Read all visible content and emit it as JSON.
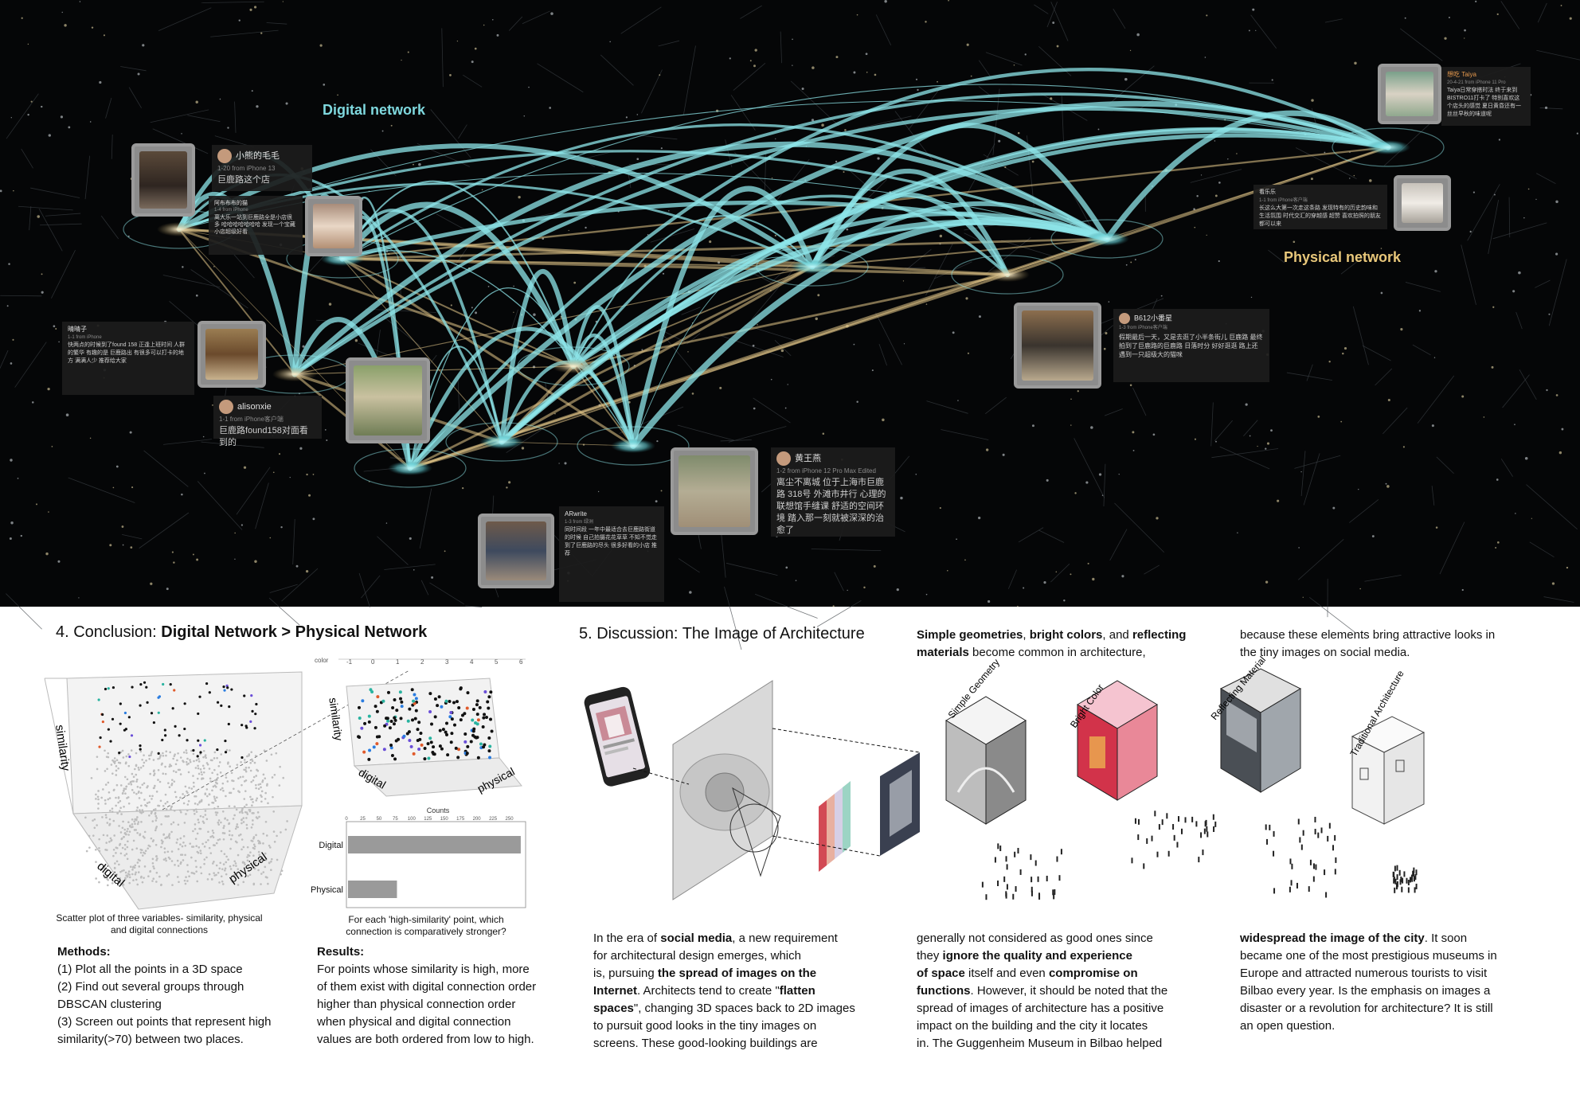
{
  "map": {
    "digital_label": "Digital network",
    "physical_label": "Physical network",
    "colors": {
      "digital": "#8ee6ea",
      "physical": "#e6c98a",
      "background": "#050607"
    },
    "posts": [
      {
        "name": "小熊的毛毛",
        "meta": "1-20 from iPhone 13",
        "body": "巨鹿路这个店"
      },
      {
        "name": "阿布布布的猫",
        "meta": "1-4 from iPhone",
        "body": "离大乐一站到巨鹿路全是小店很多 哈哈哈哈哈哈哈 发现一个宝藏小店超级好看"
      },
      {
        "name": "晴晴子",
        "meta": "1-1 from iPhone",
        "body": "快两点的时候到了found 158 正逢上班时间 人群的繁华 有趣的是 巨鹿路出 有很多可以打卡的地方 满满人少 推荐给大家"
      },
      {
        "name": "alisonxie",
        "meta": "1-1 from iPhone客户端",
        "body": "巨鹿路found158对面看到的"
      },
      {
        "name": "ARwrite",
        "meta": "1-3 from 绿洲",
        "body": "同时间段 一年中最适合去巨鹿路街道的时候 自己拍摄花花草草 不知不觉走到了巨鹿路的尽头 很多好看的小店 推荐"
      },
      {
        "name": "黄王燕",
        "meta": "1-2 from iPhone 12 Pro Max Edited",
        "body": "离尘不离城 位于上海市巨鹿路 318号 外滩市井行 心理的联想馆手缝课 舒适的空间环境 踏入那一刻就被深深的治愈了"
      },
      {
        "name": "想吃 Taiya",
        "meta": "20-4-21 from iPhone 11 Pro",
        "body": "Taiya日常穿搭时法 终于来到BISTRO11打卡了 特别喜欢这个店头的感觉 夏日黄昏还有一丝丝早秋的味道呢"
      },
      {
        "name": "B612小番星",
        "meta": "1-3 from iPhone客户端",
        "body": "假期最后一天，又是去逛了小半条街儿 巨鹿路 最终拍到了巨鹿路的巨鹿路 日落时分 好好逛逛 路上还遇到一只超级大的猫咪"
      },
      {
        "name": "看乐乐",
        "meta": "1-1 from iPhone客户端",
        "body": "长这么大第一次走这条路 发现特有的历史韵味和生活氛围 时代交汇的穿越感 超赞 喜欢拍照的朋友都可以来"
      }
    ]
  },
  "conclusion": {
    "title_prefix": "4. Conclusion: ",
    "title_bold": "Digital Network > Physical Network",
    "scatter_caption": "Scatter plot of three variables- similarity, physical and digital connections",
    "bar_caption": "For each 'high-similarity' point, which connection is comparatively stronger?",
    "axis_similarity": "similarity",
    "axis_digital": "digital",
    "axis_physical": "physical",
    "color_label": "color",
    "color_ticks": [
      "-1",
      "0",
      "1",
      "2",
      "3",
      "4",
      "5",
      "6"
    ],
    "methods_head": "Methods:",
    "methods_lines": [
      "(1) Plot all the points in a 3D space",
      "(2) Find out several groups through",
      "DBSCAN clustering",
      "(3) Screen out points that represent high",
      "similarity(>70) between two places."
    ],
    "results_head": "Results:",
    "results_lines": [
      "For points whose similarity is high, more",
      "of them exist with digital connection order",
      "higher than physical connection order",
      "when physical and digital connection",
      "values are both ordered from low to high."
    ]
  },
  "chart_data": {
    "type": "bar",
    "title": "Counts",
    "categories": [
      "Digital",
      "Physical"
    ],
    "values": [
      270,
      80
    ],
    "xlim": [
      0,
      275
    ],
    "xticks": [
      0,
      25,
      50,
      75,
      100,
      125,
      150,
      175,
      200,
      225,
      250
    ],
    "orientation": "horizontal",
    "color": "#9a9a9a"
  },
  "discussion": {
    "title": "5. Discussion: The Image of Architecture",
    "labels": [
      "Simple Geometry",
      "Bright Color",
      "Reflecting Material",
      "Traditional Architecture"
    ],
    "col1_lines": [
      "In the era of |social media|, a new requirement",
      "for architectural design emerges, which",
      "is, pursuing |the spread of images on the|",
      "|Internet|. Architects tend to create \"|flatten|",
      "|spaces|\", changing 3D spaces back to 2D images",
      "to pursuit good looks in the tiny images on",
      "screens. These good-looking buildings are"
    ],
    "col2_top_lines": [
      "|Simple geometries|, |bright colors|, and |reflecting|",
      "|materials| become common in architecture,"
    ],
    "col2_lines": [
      "generally not considered as good ones since",
      "they |ignore the quality and experience|",
      "|of space| itself and even |compromise on|",
      "|functions|. However, it should be noted that the",
      "spread of images of architecture has a positive",
      "impact on the building and the city it locates",
      "in. The Guggenheim Museum in Bilbao helped"
    ],
    "col3_top_lines": [
      "because these elements bring attractive looks in",
      "the tiny images on social media."
    ],
    "col3_lines": [
      "|widespread the image of the city|. It soon",
      "became one of the most prestigious museums in",
      "Europe and attracted numerous tourists to visit",
      "Bilbao every year. Is the emphasis on images a",
      "disaster or a revolution for architecture? It is still",
      "an open question."
    ]
  }
}
